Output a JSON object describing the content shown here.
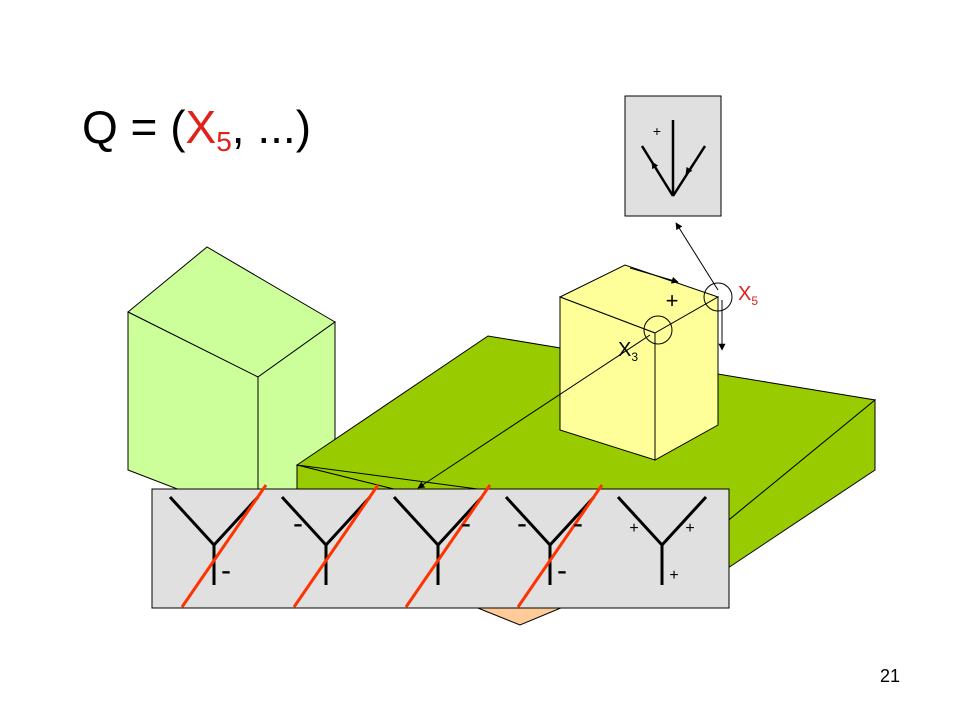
{
  "title": {
    "prefix": "Q = (",
    "var": "X",
    "var_sub": "5",
    "suffix": ", ...)"
  },
  "labels": {
    "x5": {
      "base": "X",
      "sub": "5"
    },
    "x3": {
      "base": "X",
      "sub": "3"
    },
    "corner_sign": "+"
  },
  "junction_catalog": [
    {
      "sign_left": "",
      "sign_right": "",
      "sign_bottom": "-",
      "crossed": true
    },
    {
      "sign_left": "-",
      "sign_right": "",
      "sign_bottom": "",
      "crossed": true
    },
    {
      "sign_left": "",
      "sign_right": "-",
      "sign_bottom": "",
      "crossed": true
    },
    {
      "sign_left": "-",
      "sign_right": "-",
      "sign_bottom": "-",
      "crossed": true
    },
    {
      "sign_left": "+",
      "sign_right": "+",
      "sign_bottom": "+",
      "crossed": false
    }
  ],
  "arrow_junction_inset": {
    "sign": "+"
  },
  "slide_number": "21",
  "colors": {
    "light_green": "#ccff99",
    "slab_green": "#99cc00",
    "pale_yellow": "#ffff99",
    "peach": "#ffcc99",
    "panel_gray": "#e0e0e0",
    "cross_red": "#ff3300",
    "title_red": "#e0201b"
  }
}
